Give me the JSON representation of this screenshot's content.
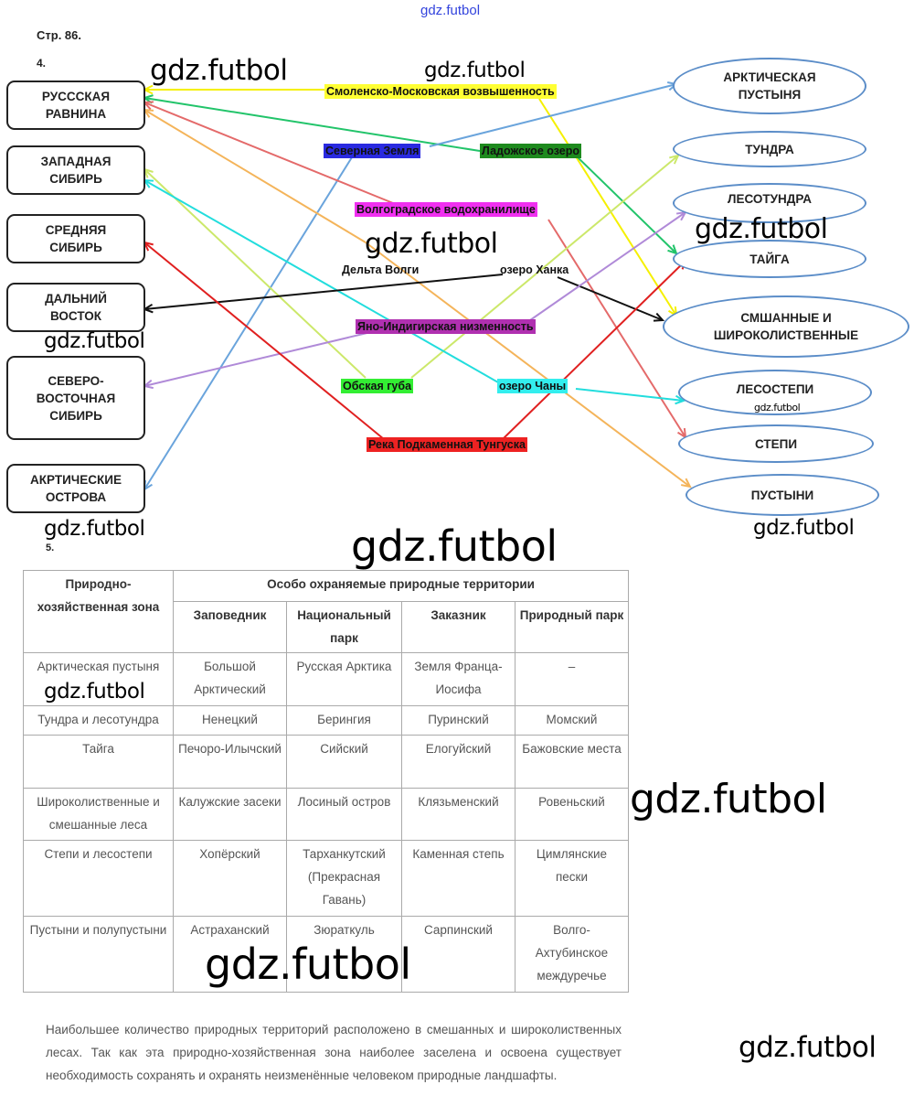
{
  "header": {
    "site": "gdz.futbol",
    "page": "Стр. 86.",
    "task4": "4.",
    "task5": "5."
  },
  "watermark": "gdz.futbol",
  "left_boxes": [
    "РУСССКАЯ\nРАВНИНА",
    "ЗАПАДНАЯ\nСИБИРЬ",
    "СРЕДНЯЯ\nСИБИРЬ",
    "ДАЛЬНИЙ\nВОСТОК",
    "СЕВЕРО-\nВОСТОЧНАЯ\nСИБИРЬ",
    "АКРТИЧЕСКИЕ\nОСТРОВА"
  ],
  "right_ellipses": [
    "АРКТИЧЕСКАЯ\nПУСТЫНЯ",
    "ТУНДРА",
    "ЛЕСОТУНДРА",
    "ТАЙГА",
    "СМШАННЫЕ И\nШИРОКОЛИСТВЕННЫЕ",
    "ЛЕСОСТЕПИ",
    "СТЕПИ",
    "ПУСТЫНИ"
  ],
  "objects": [
    {
      "text": "Смоленско-Московская возвышенность",
      "bg": "#ffff33"
    },
    {
      "text": "Северная Земля",
      "bg": "#2a2ae0"
    },
    {
      "text": "Ладожское озеро",
      "bg": "#1e8a1e"
    },
    {
      "text": "Волгоградское водохранилище",
      "bg": "#f030f0"
    },
    {
      "text": "Дельта Волги",
      "bg": "transparent"
    },
    {
      "text": "озеро Ханка",
      "bg": "transparent"
    },
    {
      "text": "Яно-Индигирская низменность",
      "bg": "#b030b0"
    },
    {
      "text": "Обская губа",
      "bg": "#33ee33"
    },
    {
      "text": "озеро Чаны",
      "bg": "#33eeee"
    },
    {
      "text": "Река Подкаменная Тунгуска",
      "bg": "#ee2222"
    }
  ],
  "line_colors": {
    "yellow": "#f5f000",
    "green": "#22c46a",
    "blue": "#6aa4dc",
    "pink": "#e46a6a",
    "orange": "#f4b45a",
    "lime": "#cce86a",
    "cyan": "#22dddd",
    "black": "#111111",
    "purple": "#b08ad8",
    "red": "#e02020"
  },
  "table": {
    "zone_header": "Природно-хозяйственная зона",
    "group_header": "Особо охраняемые природные территории",
    "columns": [
      "Заповедник",
      "Национальный парк",
      "Заказник",
      "Природный парк"
    ],
    "rows": [
      [
        "Арктическая пустыня",
        "Большой Арктический",
        "Русская Арктика",
        "Земля Франца-Иосифа",
        "–"
      ],
      [
        "Тундра и лесотундра",
        "Ненецкий",
        "Берингия",
        "Пуринский",
        "Момский"
      ],
      [
        "Тайга",
        "Печоро-Илычский",
        "Сийский",
        "Елогуйский",
        "Бажовские места"
      ],
      [
        "Широколиственные и смешанные леса",
        "Калужские засеки",
        "Лосиный остров",
        "Клязьменский",
        "Ровеньский"
      ],
      [
        "Степи и лесостепи",
        "Хопёрский",
        "Тарханкутский (Прекрасная Гавань)",
        "Каменная степь",
        "Цимлянские пески"
      ],
      [
        "Пустыни и полупустыни",
        "Астраханский",
        "Зюраткуль",
        "Сарпинский",
        "Волго-Ахтубинское междуречье"
      ]
    ]
  },
  "conclusion": "Наибольшее количество природных территорий расположено в смешанных и широколиственных лесах. Так как эта природно-хозяйственная зона наиболее заселена и освоена существует необходимость сохранять и охранять неизменённые человеком природные ландшафты."
}
